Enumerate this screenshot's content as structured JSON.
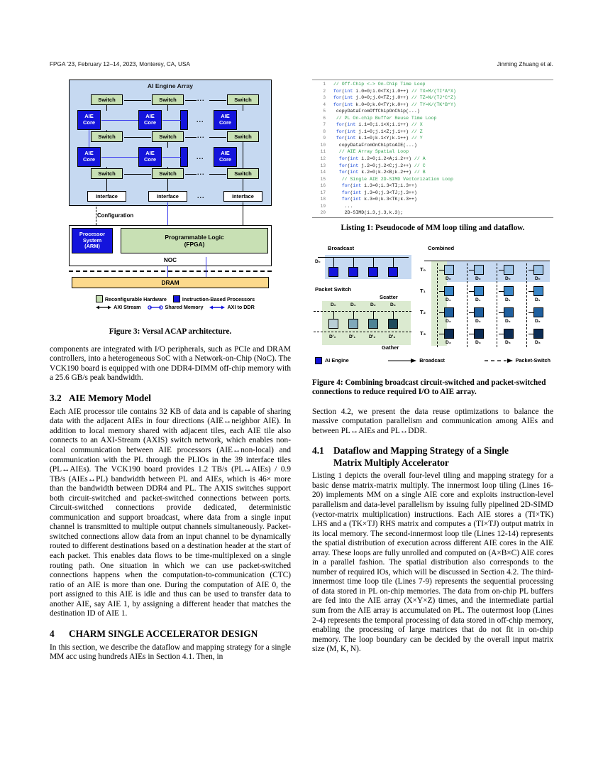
{
  "header": {
    "left": "FPGA '23, February 12–14, 2023, Monterey, CA, USA",
    "right": "Jinming Zhuang et al."
  },
  "figure3": {
    "array_title": "AI Engine Array",
    "switch_label": "Switch",
    "aie_core_label_line1": "AIE",
    "aie_core_label_line2": "Core",
    "interface_label": "Interface",
    "ellipsis": "...",
    "configuration_label": "Configuration",
    "processor_system": {
      "l1": "Processor",
      "l2": "System",
      "l3": "(ARM)"
    },
    "programmable_logic": {
      "l1": "Programmable Logic",
      "l2": "(FPGA)"
    },
    "noc_label": "NOC",
    "dram_label": "DRAM",
    "legend": {
      "reconfigurable_hardware": "Reconfigurable Hardware",
      "instruction_based_processors": "Instruction-Based Processors",
      "axi_stream": "AXI Stream",
      "shared_memory": "Shared Memory",
      "axi_to_ddr": "AXI to DDR"
    },
    "caption": "Figure 3: Versal ACAP architecture."
  },
  "listing1": {
    "caption": "Listing 1: Pseudocode of MM loop tiling and dataflow.",
    "lines": [
      {
        "n": "1",
        "text": "// Off-Chip <-> On-Chip Time Loop",
        "kind": "comment"
      },
      {
        "n": "2",
        "text": "for(int i.0=0;i.0<TX;i.0++) // TX=M/(TI*A*X)",
        "kind": "for"
      },
      {
        "n": "3",
        "text": "for(int j.0=0;j.0<TZ;j.0++) // TZ=N/(TJ*C*Z)",
        "kind": "for"
      },
      {
        "n": "4",
        "text": "for(int k.0=0;k.0<TY;k.0++) // TY=K/(TK*B*Y)",
        "kind": "for"
      },
      {
        "n": "5",
        "text": "copyDataFromOffChipOnChip(...)",
        "kind": "plain"
      },
      {
        "n": "6",
        "text": "// PL On-chip Buffer Reuse Time Loop",
        "kind": "comment"
      },
      {
        "n": "7",
        "text": "for(int i.1=0;i.1<X;i.1++) // X",
        "kind": "for"
      },
      {
        "n": "8",
        "text": "for(int j.1=0;j.1<Z;j.1++) // Z",
        "kind": "for"
      },
      {
        "n": "9",
        "text": "for(int k.1=0;k.1<Y;k.1++) // Y",
        "kind": "for"
      },
      {
        "n": "10",
        "text": "copyDataFromOnChiptoAIE(...)",
        "kind": "plain"
      },
      {
        "n": "11",
        "text": "// AIE Array Spatial Loop",
        "kind": "comment"
      },
      {
        "n": "12",
        "text": "for(int i.2=0;i.2<A;i.2++) // A",
        "kind": "for"
      },
      {
        "n": "13",
        "text": "for(int j.2=0;j.2<C;j.2++) // C",
        "kind": "for"
      },
      {
        "n": "14",
        "text": "for(int k.2=0;k.2<B;k.2++) // B",
        "kind": "for"
      },
      {
        "n": "15",
        "text": "// Single AIE 2D-SIMD Vectorization Loop",
        "kind": "comment"
      },
      {
        "n": "16",
        "text": "for(int i.3=0;i.3<TI;i.3++)",
        "kind": "for"
      },
      {
        "n": "17",
        "text": "for(int j.3=0;j.3<TJ;j.3++)",
        "kind": "for"
      },
      {
        "n": "18",
        "text": "for(int k.3=0;k.3<TK;k.3++)",
        "kind": "for"
      },
      {
        "n": "19",
        "text": "...",
        "kind": "plain"
      },
      {
        "n": "20",
        "text": "2D-SIMD(i.3,j.3,k.3);",
        "kind": "plain"
      }
    ]
  },
  "figure4": {
    "broadcast_title": "Broadcast",
    "packet_switch_title": "Packet Switch",
    "combined_title": "Combined",
    "scatter_label": "Scatter",
    "gather_label": "Gather",
    "time_steps": [
      "T₀",
      "T₁",
      "T₂",
      "T₃"
    ],
    "broadcast_source": "D₀",
    "packet_inputs": [
      "D₀",
      "D₁",
      "D₂",
      "D₃"
    ],
    "packet_outputs": [
      "D'₀",
      "D'₁",
      "D'₂",
      "D'₃"
    ],
    "combined_rows": [
      "D₀",
      "D₁",
      "D₂",
      "D₃"
    ],
    "legend": {
      "ai_engine": "AI Engine",
      "broadcast": "Broadcast",
      "packet_switch": "Packet-Switch"
    },
    "caption": "Figure 4: Combining broadcast circuit-switched and packet-switched connections to reduce required I/O to AIE array."
  },
  "left_column": {
    "para_intro": "components are integrated with I/O peripherals, such as PCIe and DRAM controllers, into a heterogeneous SoC with a Network-on-Chip (NoC). The VCK190 board is equipped with one DDR4-DIMM off-chip memory with a 25.6 GB/s peak bandwidth.",
    "sec32_num": "3.2",
    "sec32_title": "AIE Memory Model",
    "para_32": "Each AIE processor tile contains 32 KB of data and is capable of sharing data with the adjacent AIEs in four directions (AIE↔neighbor AIE). In addition to local memory shared with adjacent tiles, each AIE tile also connects to an AXI-Stream (AXIS) switch network, which enables non-local communication between AIE processors (AIE↔non-local) and communication with the PL through the PLIOs in the 39 interface tiles (PL↔AIEs). The VCK190 board provides 1.2 TB/s (PL↔AIEs) / 0.9 TB/s (AIEs↔PL) bandwidth between PL and AIEs, which is 46× more than the bandwidth between DDR4 and PL. The AXIS switches support both circuit-switched and packet-switched connections between ports. Circuit-switched connections provide dedicated, deterministic communication and support broadcast, where data from a single input channel is transmitted to multiple output channels simultaneously. Packet-switched connections allow data from an input channel to be dynamically routed to different destinations based on a destination header at the start of each packet. This enables data flows to be time-multiplexed on a single routing path. One situation in which we can use packet-switched connections happens when the computation-to-communication (CTC) ratio of an AIE is more than one. During the computation of AIE 0, the port assigned to this AIE is idle and thus can be used to transfer data to another AIE, say AIE 1, by assigning a different header that matches the destination ID of AIE 1.",
    "sec4_num": "4",
    "sec4_title": "CHARM SINGLE ACCELERATOR DESIGN",
    "para_4": "In this section, we describe the dataflow and mapping strategy for a single MM acc using hundreds AIEs in Section 4.1. Then, in"
  },
  "right_column": {
    "para_cont": "Section 4.2, we present the data reuse optimizations to balance the massive computation parallelism and communication among AIEs and between PL↔AIEs and PL↔DDR.",
    "sec41_num": "4.1",
    "sec41_title_l1": "Dataflow and Mapping Strategy of a Single",
    "sec41_title_l2": "Matrix Multiply Accelerator",
    "para_41": "Listing 1 depicts the overall four-level tiling and mapping strategy for a basic dense matrix-matrix multiply. The innermost loop tiling (Lines 16-20) implements MM on a single AIE core and exploits instruction-level parallelism and data-level parallelism by issuing fully pipelined 2D-SIMD (vector-matrix multiplication) instructions. Each AIE stores a (TI×TK) LHS and a (TK×TJ) RHS matrix and computes a (TI×TJ) output matrix in its local memory. The second-innermost loop tile (Lines 12-14) represents the spatial distribution of execution across different AIE cores in the AIE array. These loops are fully unrolled and computed on (A×B×C) AIE cores in a parallel fashion. The spatial distribution also corresponds to the number of required IOs, which will be discussed in Section 4.2. The third-innermost time loop tile (Lines 7-9) represents the sequential processing of data stored in PL on-chip memories. The data from on-chip PL buffers are fed into the AIE array (X×Y×Z) times, and the intermediate partial sum from the AIE array is accumulated on PL. The outermost loop (Lines 2-4) represents the temporal processing of data stored in off-chip memory, enabling the processing of large matrices that do not fit in on-chip memory. The loop boundary can be decided by the overall input matrix size (M, K, N)."
  },
  "colors": {
    "array_bg": "#c6d9f1",
    "switch_green": "#c8e0b4",
    "aie_blue": "#1414dc",
    "dram_orange": "#fcd98c",
    "packet_band": "#dbead0",
    "t0": "#9dc3e6",
    "t1": "#3b87c8",
    "t2": "#1f5f9e",
    "t3": "#0c2c54"
  }
}
